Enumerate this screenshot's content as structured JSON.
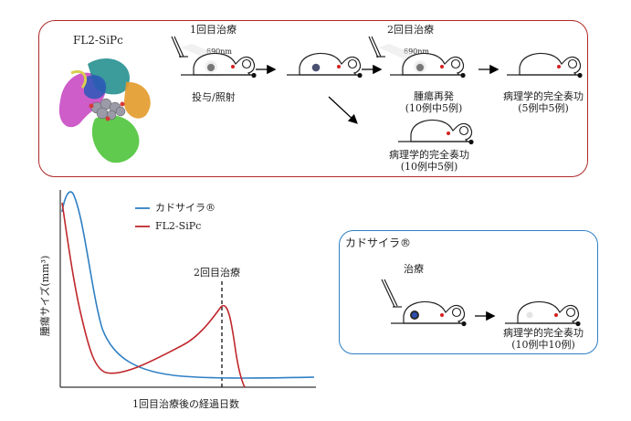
{
  "top_panel": {
    "protein_label": "FL2-SiPc",
    "step1_label": "1回目治療",
    "step2_label": "2回目治療",
    "light_label_1": "690nm",
    "light_label_2": "690nm",
    "admin_label": "投与/照射",
    "recurrence_label": "腫瘍再発",
    "recurrence_count": "(10例中5例)",
    "cure_after_second_label": "病理学的完全奏功",
    "cure_after_second_count": "(5例中5例)",
    "cure_direct_label": "病理学的完全奏功",
    "cure_direct_count": "(10例中5例)",
    "border_color": "#b02a2a"
  },
  "chart": {
    "ylabel": "腫瘍サイズ(mm³)",
    "xlabel": "1回目治療後の経過日数",
    "marker_label": "2回目治療",
    "legend": [
      {
        "name": "カドサイラ®",
        "color": "#2e7fc4"
      },
      {
        "name": "FL2-SiPc",
        "color": "#c0282d"
      }
    ]
  },
  "chart_data": {
    "type": "line",
    "xlabel": "1回目治療後の経過日数",
    "ylabel": "腫瘍サイズ(mm³)",
    "grid": false,
    "legend_position": "top-center",
    "annotations": [
      "2回目治療"
    ],
    "series": [
      {
        "name": "カドサイラ®",
        "color": "#2e7fc4"
      },
      {
        "name": "FL2-SiPc",
        "color": "#c0282d"
      }
    ]
  },
  "bottom_panel": {
    "title": "カドサイラ®",
    "treatment_label": "治療",
    "cure_label": "病理学的完全奏功",
    "cure_count": "(10例中10例)",
    "border_color": "#2e7fc4"
  }
}
